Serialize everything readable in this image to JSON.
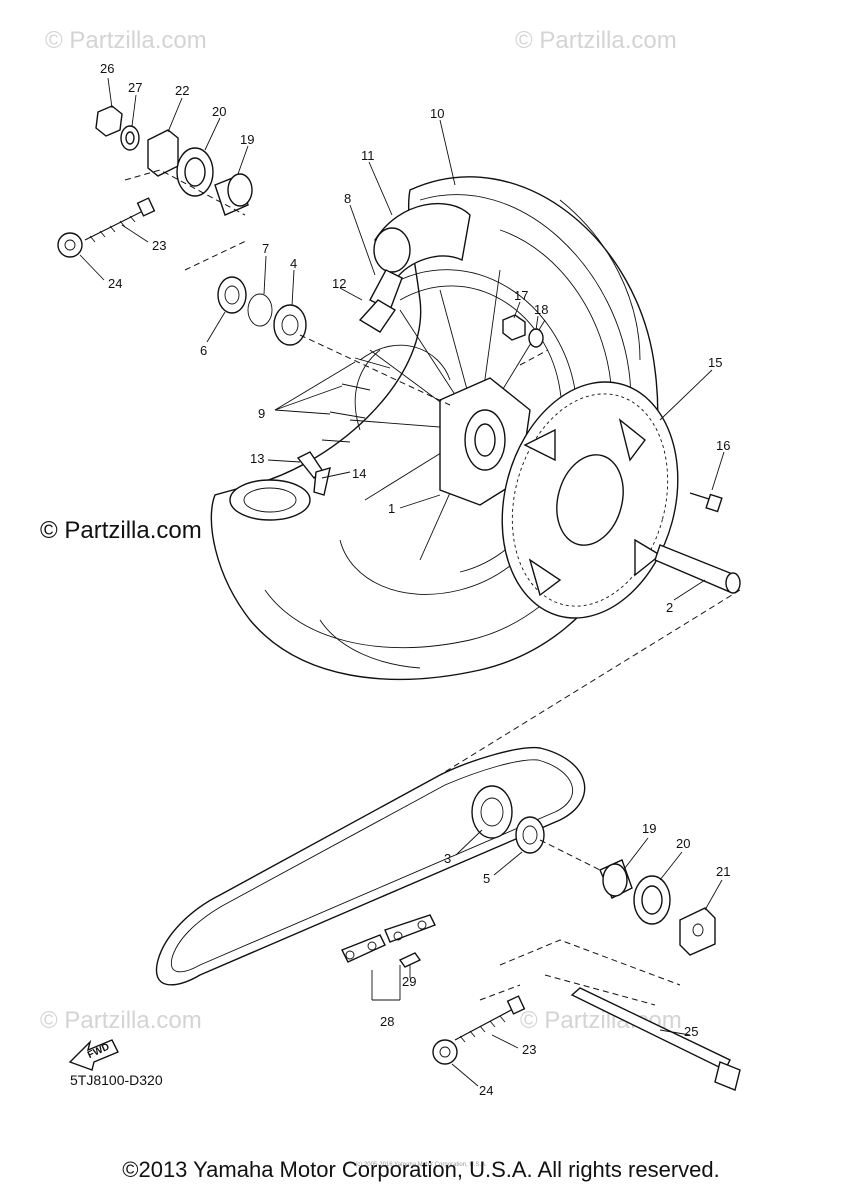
{
  "watermarks": {
    "top_left": "© Partzilla.com",
    "top_right": "© Partzilla.com",
    "middle": "© Partzilla.com",
    "bottom_left": "© Partzilla.com",
    "bottom_right": "© Partzilla.com"
  },
  "diagram_code": "5TJ8100-D320",
  "fwd_label": "FWD",
  "fine_print": "(c) 2005-2016 Yamaha Motor Corporation, U.S.A.",
  "copyright": "©2013 Yamaha Motor Corporation, U.S.A. All rights reserved.",
  "callouts": [
    {
      "id": "c26a",
      "label": "26"
    },
    {
      "id": "c27a",
      "label": "27"
    },
    {
      "id": "c22a",
      "label": "22"
    },
    {
      "id": "c20a",
      "label": "20"
    },
    {
      "id": "c19a",
      "label": "19"
    },
    {
      "id": "c23a",
      "label": "23"
    },
    {
      "id": "c24a",
      "label": "24"
    },
    {
      "id": "c10",
      "label": "10"
    },
    {
      "id": "c11",
      "label": "11"
    },
    {
      "id": "c8",
      "label": "8"
    },
    {
      "id": "c7",
      "label": "7"
    },
    {
      "id": "c4",
      "label": "4"
    },
    {
      "id": "c12",
      "label": "12"
    },
    {
      "id": "c17",
      "label": "17"
    },
    {
      "id": "c18",
      "label": "18"
    },
    {
      "id": "c6",
      "label": "6"
    },
    {
      "id": "c15",
      "label": "15"
    },
    {
      "id": "c9",
      "label": "9"
    },
    {
      "id": "c16",
      "label": "16"
    },
    {
      "id": "c13",
      "label": "13"
    },
    {
      "id": "c14",
      "label": "14"
    },
    {
      "id": "c1",
      "label": "1"
    },
    {
      "id": "c2",
      "label": "2"
    },
    {
      "id": "c19b",
      "label": "19"
    },
    {
      "id": "c20b",
      "label": "20"
    },
    {
      "id": "c3",
      "label": "3"
    },
    {
      "id": "c5",
      "label": "5"
    },
    {
      "id": "c21",
      "label": "21"
    },
    {
      "id": "c29",
      "label": "29"
    },
    {
      "id": "c25",
      "label": "25"
    },
    {
      "id": "c28",
      "label": "28"
    },
    {
      "id": "c23b",
      "label": "23"
    },
    {
      "id": "c24b",
      "label": "24"
    }
  ]
}
